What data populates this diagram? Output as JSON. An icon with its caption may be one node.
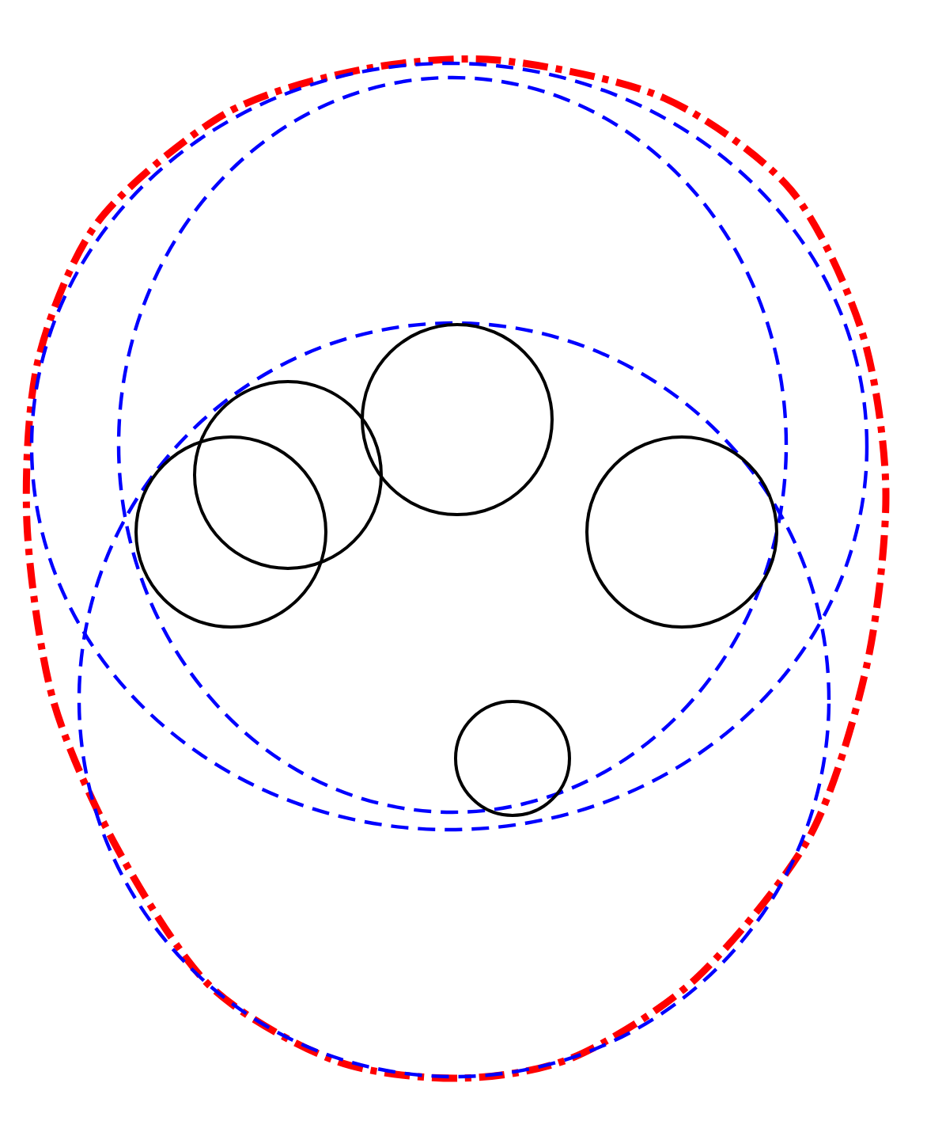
{
  "diagram": {
    "nodes": [
      {
        "text": [],
        "shape": "circle"
      },
      {
        "text": [],
        "shape": "circle",
        "in": 0
      },
      {
        "text": [],
        "shape": "circle"
      },
      {
        "text": [],
        "shape": "circle"
      },
      {
        "text": [],
        "shape": "circle"
      },
      {
        "text": [],
        "shape": "circle"
      },
      {
        "text": [],
        "shape": "circle"
      },
      {
        "text": [],
        "shape": "circle"
      }
    ]
  }
}
